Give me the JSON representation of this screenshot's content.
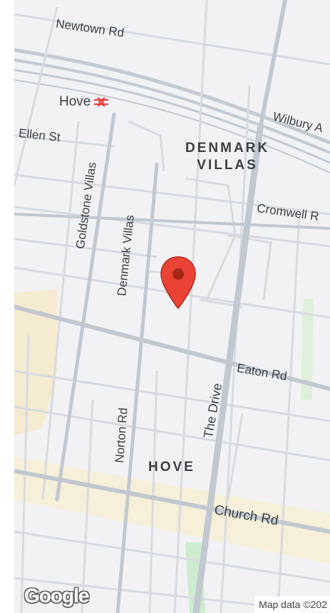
{
  "map": {
    "streets": {
      "newtown_rd": "Newtown Rd",
      "wilbury": "Wilbury A",
      "ellen_st": "Ellen St",
      "goldstone_villas": "Goldstone Villas",
      "denmark_villas": "Denmark Villas",
      "cromwell": "Cromwell R",
      "eaton_rd": "Eaton Rd",
      "norton_rd": "Norton Rd",
      "the_drive": "The Drive",
      "church_rd": "Church Rd"
    },
    "areas": {
      "denmark_villas_line1": "DENMARK",
      "denmark_villas_line2": "VILLAS",
      "hove": "HOVE"
    },
    "station": {
      "name": "Hove",
      "icon": "national-rail-icon"
    },
    "marker": {
      "icon": "location-pin-icon",
      "color": "#ea4335"
    },
    "logo": "Google",
    "attribution": "Map data ©202"
  }
}
